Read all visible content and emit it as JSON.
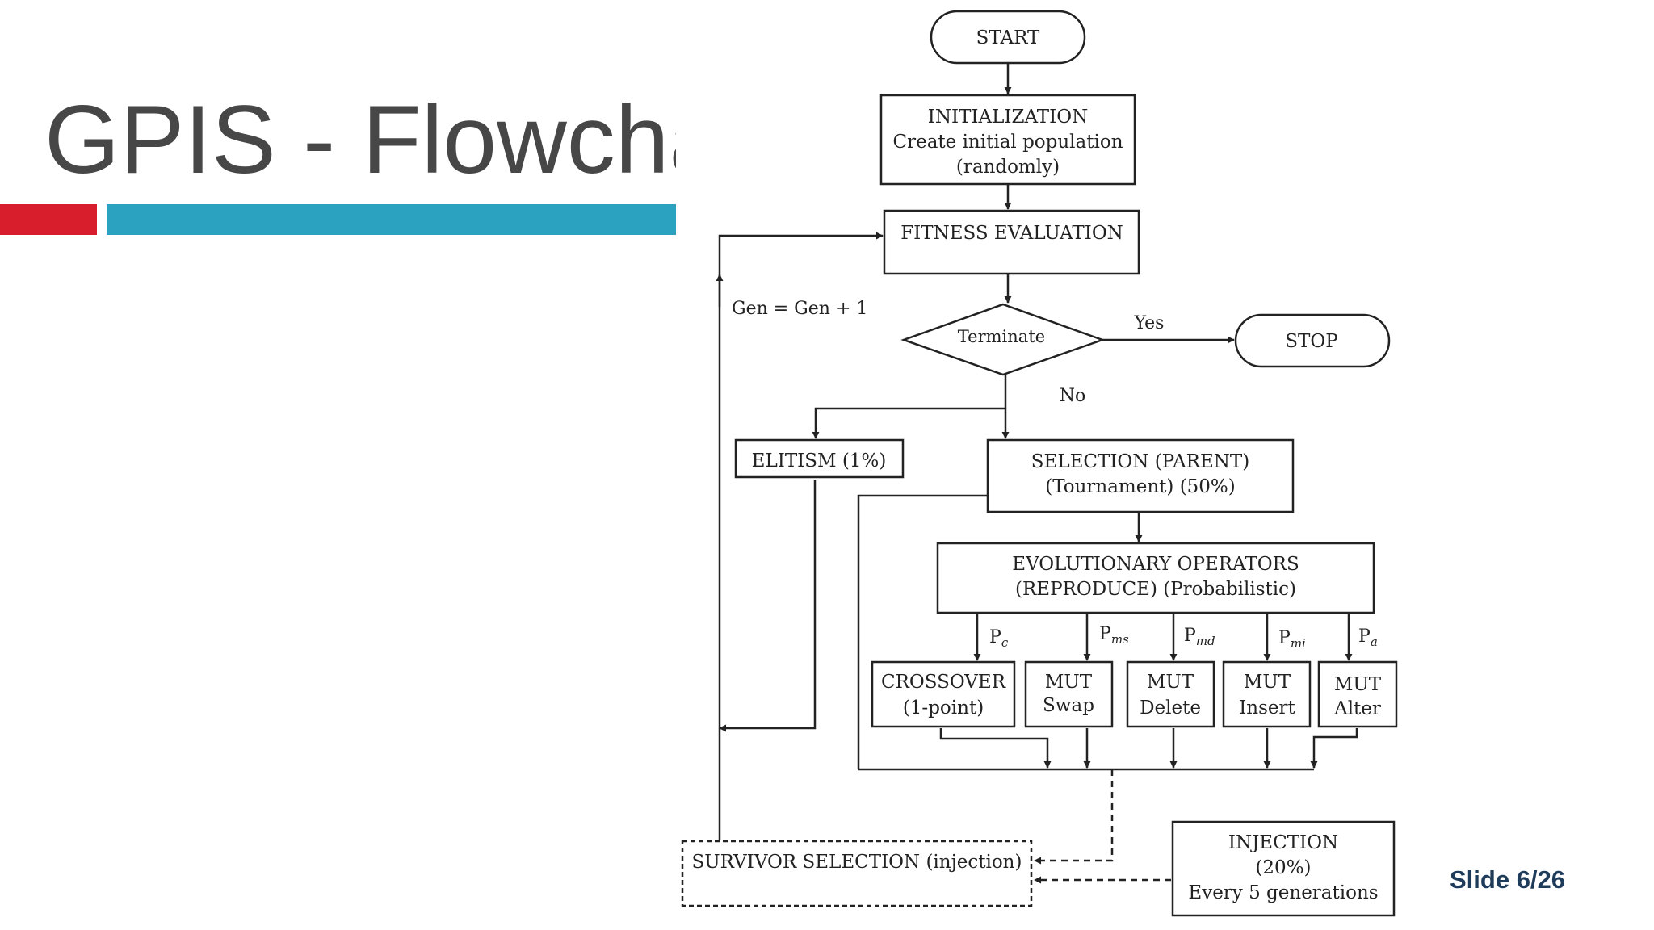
{
  "slide": {
    "title": "GPIS - Flowchart",
    "number": "Slide 6/26",
    "accent_colors": {
      "red": "#d81e2c",
      "blue": "#2aa2c0"
    }
  },
  "flow": {
    "start": "START",
    "init": [
      "INITIALIZATION",
      "Create initial population",
      "(randomly)"
    ],
    "fitness": "FITNESS EVALUATION",
    "terminate": "Terminate",
    "yes": "Yes",
    "no": "No",
    "stop": "STOP",
    "gen": "Gen = Gen + 1",
    "elitism": "ELITISM (1%)",
    "selection": [
      "SELECTION (PARENT)",
      "(Tournament) (50%)"
    ],
    "evo": [
      "EVOLUTIONARY OPERATORS",
      "(REPRODUCE) (Probabilistic)"
    ],
    "probs": [
      {
        "main": "P",
        "sub": "c"
      },
      {
        "main": "P",
        "sub": "ms"
      },
      {
        "main": "P",
        "sub": "md"
      },
      {
        "main": "P",
        "sub": "mi"
      },
      {
        "main": "P",
        "sub": "a"
      }
    ],
    "crossover": [
      "CROSSOVER",
      "(1-point)"
    ],
    "mut_swap": [
      "MUT",
      "Swap"
    ],
    "mut_delete": [
      "MUT",
      "Delete"
    ],
    "mut_insert": [
      "MUT",
      "Insert"
    ],
    "mut_alter": [
      "MUT",
      "Alter"
    ],
    "survivor": "SURVIVOR SELECTION (injection)",
    "injection": [
      "INJECTION",
      "(20%)",
      "Every 5 generations"
    ]
  }
}
